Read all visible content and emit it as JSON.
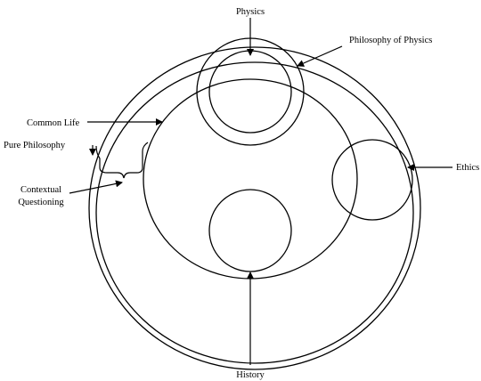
{
  "labels": {
    "physics": "Physics",
    "philosophy_of_physics": "Philosophy of Physics",
    "common_life": "Common Life",
    "pure_philosophy": "Pure Philosophy",
    "contextual_questioning_line1": "Contextual",
    "contextual_questioning_line2": "Questioning",
    "ethics": "Ethics",
    "history": "History"
  }
}
